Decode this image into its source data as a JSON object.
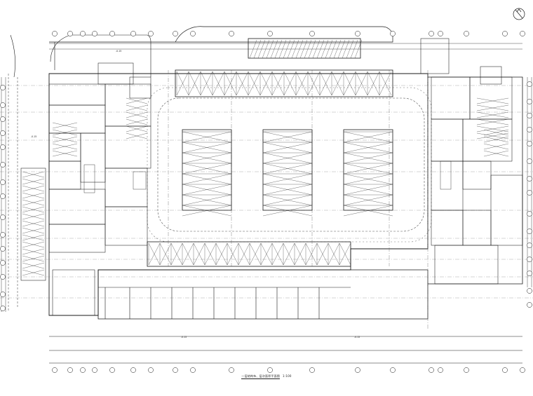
{
  "drawing": {
    "caption": "一层结构布、层次面积平面图",
    "scale": "1:100",
    "north_symbol": "north-arrow"
  },
  "levels": {
    "left_tag": "-0.15",
    "bottom_left_tag": "-0.15",
    "bottom_right_tag": "-0.15",
    "upper_tag": "-0.15"
  },
  "colors": {
    "line": "#1a1a1a",
    "hatch": "#333333",
    "dash": "#555555"
  }
}
